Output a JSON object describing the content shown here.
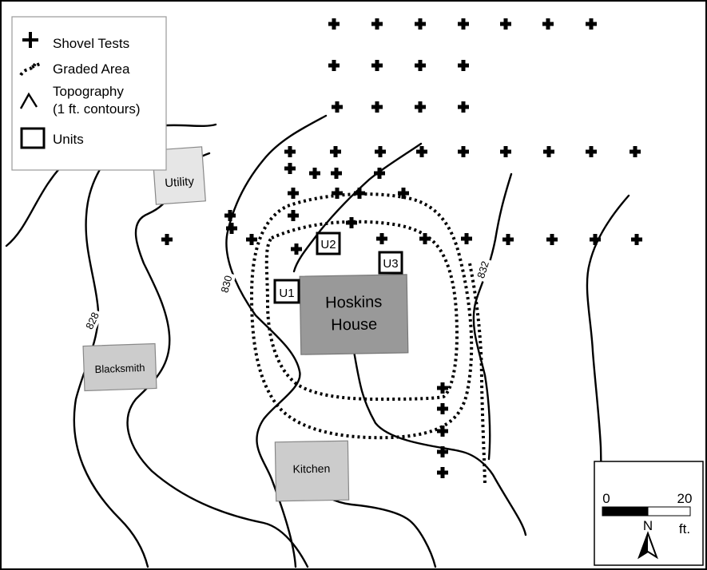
{
  "legend": {
    "shovel_tests": "Shovel Tests",
    "graded_area": "Graded Area",
    "topography_line1": "Topography",
    "topography_line2": "(1 ft. contours)",
    "units": "Units"
  },
  "contours": {
    "c828": "828",
    "c830": "830",
    "c832": "832"
  },
  "buildings": {
    "utility": "Utility",
    "blacksmith": "Blacksmith",
    "kitchen": "Kitchen",
    "house_line1": "Hoskins",
    "house_line2": "House"
  },
  "units": {
    "u1": "U1",
    "u2": "U2",
    "u3": "U3"
  },
  "scale": {
    "min": "0",
    "max": "20",
    "unit": "ft.",
    "north": "N"
  },
  "colors": {
    "house_fill": "#999999",
    "building_fill": "#cccccc",
    "utility_fill": "#e6e6e6"
  }
}
